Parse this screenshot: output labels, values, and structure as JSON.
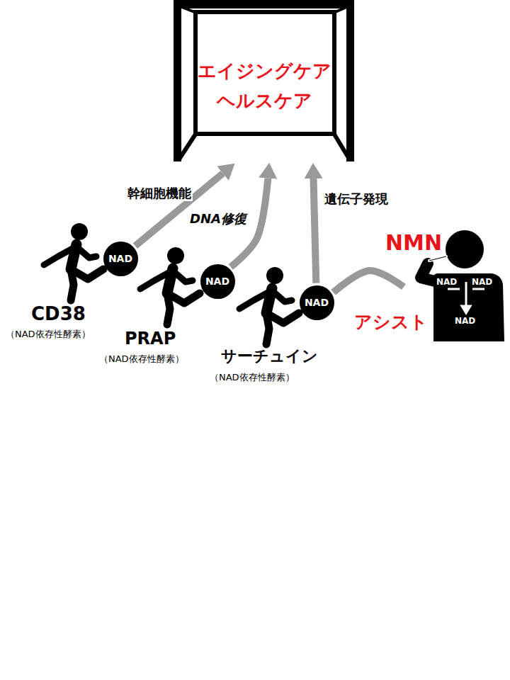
{
  "diagram": {
    "nodes": [
      {
        "text": [
          "エイジングケア ヘルスケア"
        ]
      },
      {
        "text": [
          "NAD"
        ]
      },
      {
        "text": [
          "NAD"
        ]
      },
      {
        "text": [
          "NAD"
        ]
      },
      {
        "text": [
          "NMN"
        ]
      }
    ],
    "edges": [
      {
        "from": 1,
        "to": 0,
        "arrow": "to",
        "label": "幹細胞機能"
      },
      {
        "from": 2,
        "to": 0,
        "arrow": "to",
        "label": "DNA修復"
      },
      {
        "from": 3,
        "to": 0,
        "arrow": "to",
        "label": "遺伝子発現"
      },
      {
        "from": 4,
        "to": 3,
        "arrow": "none",
        "label": "アシスト"
      }
    ],
    "labels": [
      "CD38",
      "（NAD依存性酵素）",
      "PRAP",
      "（NAD依存性酵素）",
      "サーチュイン",
      "（NAD依存性酵素）",
      "NAD",
      "NAD",
      "NAD"
    ]
  }
}
